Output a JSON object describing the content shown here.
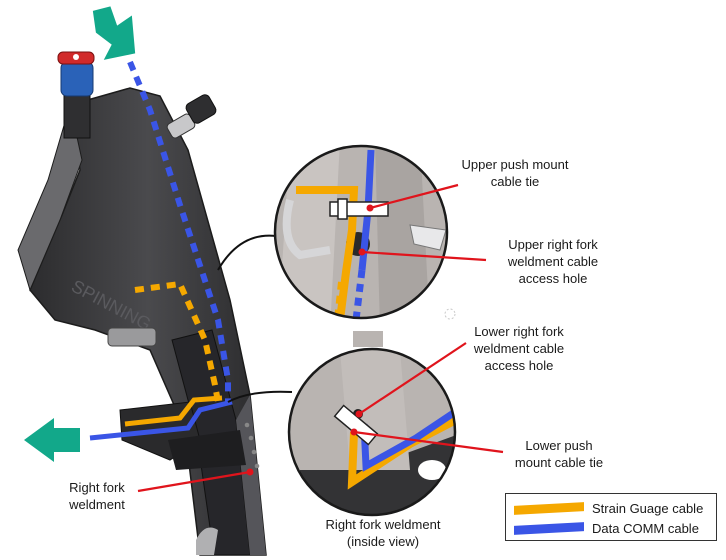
{
  "colors": {
    "strain_gauge": "#f5a800",
    "data_comm": "#3a55e6",
    "leader": "#e0141c",
    "arrow": "#12a88a",
    "frame_dark": "#3a3a3c",
    "detail_bg": "#b8b3b0"
  },
  "labels": {
    "upper_tie": "Upper push mount\ncable tie",
    "upper_hole": "Upper right fork\nweldment cable\naccess hole",
    "lower_hole": "Lower right fork\nweldment cable\naccess hole",
    "lower_tie": "Lower push\nmount cable tie",
    "right_fork": "Right fork\nweldment",
    "inside_view": "Right fork weldment\n(inside view)"
  },
  "legend": {
    "items": [
      {
        "label": "Strain Guage cable",
        "color": "#f5a800"
      },
      {
        "label": "Data COMM cable",
        "color": "#3a55e6"
      }
    ]
  },
  "icons": [
    "entry-arrow-icon",
    "exit-arrow-icon"
  ]
}
